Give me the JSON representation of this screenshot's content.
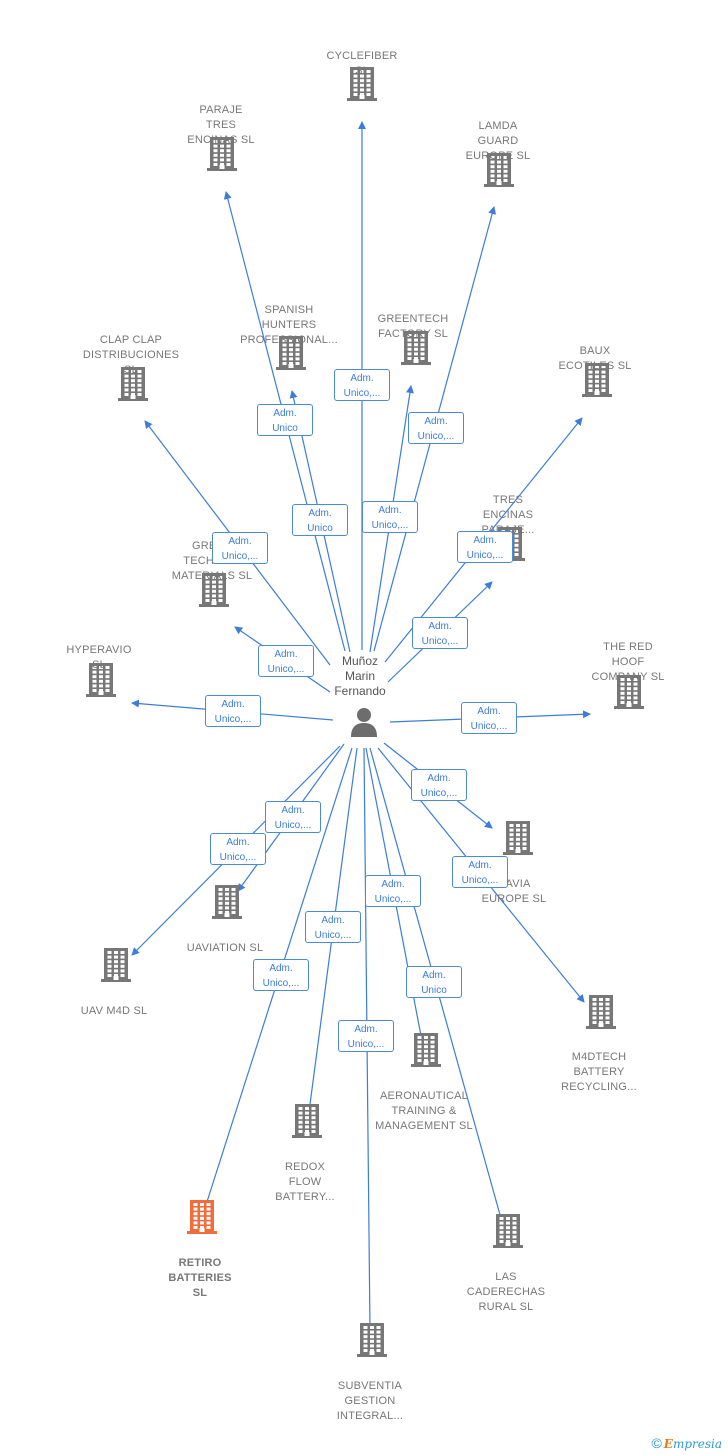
{
  "center": {
    "name_lines": [
      "Muñoz",
      "Marin",
      "Fernando"
    ]
  },
  "nodes": [
    {
      "id": "cyclefiber",
      "lines": [
        "CYCLEFIBER",
        "SL"
      ],
      "highlight": false
    },
    {
      "id": "paraje-tres-encinas",
      "lines": [
        "PARAJE",
        "TRES",
        "ENCINAS  SL"
      ],
      "highlight": false
    },
    {
      "id": "lamda-guard",
      "lines": [
        "LAMDA",
        "GUARD",
        "EUROPE  SL"
      ],
      "highlight": false
    },
    {
      "id": "spanish-hunters",
      "lines": [
        "SPANISH",
        "HUNTERS",
        "PROFESSIONAL..."
      ],
      "highlight": false
    },
    {
      "id": "greentech-factory",
      "lines": [
        "GREENTECH",
        "FACTORY  SL"
      ],
      "highlight": false
    },
    {
      "id": "clap-clap",
      "lines": [
        "CLAP CLAP",
        "DISTRIBUCIONES",
        "SL"
      ],
      "highlight": false
    },
    {
      "id": "baux-ecotiles",
      "lines": [
        "BAUX",
        "ECOTILES  SL"
      ],
      "highlight": false
    },
    {
      "id": "tres-encinas-paraje",
      "lines": [
        "TRES",
        "ENCINAS",
        "PARAJE..."
      ],
      "highlight": false
    },
    {
      "id": "green-tech-materials",
      "lines": [
        "GREEN",
        "TECHNO...",
        "MATERIALS  SL"
      ],
      "highlight": false
    },
    {
      "id": "hyperavio",
      "lines": [
        "HYPERAVIO",
        "SL"
      ],
      "highlight": false
    },
    {
      "id": "red-hoof",
      "lines": [
        "THE RED",
        "HOOF",
        "COMPANY  SL"
      ],
      "highlight": false
    },
    {
      "id": "uavia-europe",
      "lines": [
        "UAVIA",
        "EUROPE  SL"
      ],
      "highlight": false
    },
    {
      "id": "uaviation",
      "lines": [
        "UAVIATION  SL"
      ],
      "highlight": false
    },
    {
      "id": "uav-m4d",
      "lines": [
        "UAV M4D  SL"
      ],
      "highlight": false
    },
    {
      "id": "m4dtech",
      "lines": [
        "M4DTECH",
        "BATTERY",
        "RECYCLING..."
      ],
      "highlight": false
    },
    {
      "id": "aeronautical",
      "lines": [
        "AERONAUTICAL",
        "TRAINING &",
        "MANAGEMENT SL"
      ],
      "highlight": false
    },
    {
      "id": "redox-flow",
      "lines": [
        "REDOX",
        "FLOW",
        "BATTERY..."
      ],
      "highlight": false
    },
    {
      "id": "retiro-batteries",
      "lines": [
        "RETIRO",
        "BATTERIES",
        "SL"
      ],
      "highlight": true
    },
    {
      "id": "las-caderechas",
      "lines": [
        "LAS",
        "CADERECHAS",
        "RURAL  SL"
      ],
      "highlight": false
    },
    {
      "id": "subventia",
      "lines": [
        "SUBVENTIA",
        "GESTION",
        "INTEGRAL..."
      ],
      "highlight": false
    }
  ],
  "edges": [
    {
      "to": "cyclefiber",
      "label": [
        "Adm.",
        "Unico,..."
      ]
    },
    {
      "to": "paraje-tres-encinas",
      "label": [
        "Adm.",
        "Unico"
      ]
    },
    {
      "to": "lamda-guard",
      "label": [
        "Adm.",
        "Unico,..."
      ]
    },
    {
      "to": "spanish-hunters",
      "label": [
        "Adm.",
        "Unico"
      ]
    },
    {
      "to": "greentech-factory",
      "label": [
        "Adm.",
        "Unico,..."
      ]
    },
    {
      "to": "clap-clap",
      "label": [
        "Adm.",
        "Unico,..."
      ]
    },
    {
      "to": "baux-ecotiles",
      "label": [
        "Adm.",
        "Unico,..."
      ]
    },
    {
      "to": "tres-encinas-paraje",
      "label": [
        "Adm.",
        "Unico,..."
      ]
    },
    {
      "to": "green-tech-materials",
      "label": [
        "Adm.",
        "Unico,..."
      ]
    },
    {
      "to": "hyperavio",
      "label": [
        "Adm.",
        "Unico,..."
      ]
    },
    {
      "to": "red-hoof",
      "label": [
        "Adm.",
        "Unico,..."
      ]
    },
    {
      "to": "uavia-europe",
      "label": [
        "Adm.",
        "Unico,..."
      ]
    },
    {
      "to": "uaviation",
      "label": [
        "Adm.",
        "Unico,..."
      ]
    },
    {
      "to": "uav-m4d",
      "label": [
        "Adm.",
        "Unico,..."
      ]
    },
    {
      "to": "m4dtech",
      "label": [
        "Adm.",
        "Unico,..."
      ]
    },
    {
      "to": "aeronautical",
      "label": [
        "Adm.",
        "Unico,..."
      ]
    },
    {
      "to": "redox-flow",
      "label": [
        "Adm.",
        "Unico,..."
      ]
    },
    {
      "to": "retiro-batteries",
      "label": [
        "Adm.",
        "Unico,..."
      ]
    },
    {
      "to": "las-caderechas",
      "label": [
        "Adm.",
        "Unico"
      ]
    },
    {
      "to": "subventia",
      "label": [
        "Adm.",
        "Unico,..."
      ]
    }
  ],
  "colors": {
    "edge": "#3b7dd8",
    "building": "#777777",
    "highlight": "#f26b3a",
    "person": "#6d6d6d"
  },
  "footer": {
    "copyright": "©",
    "brand_first": "E",
    "brand_rest": "mpresia"
  }
}
